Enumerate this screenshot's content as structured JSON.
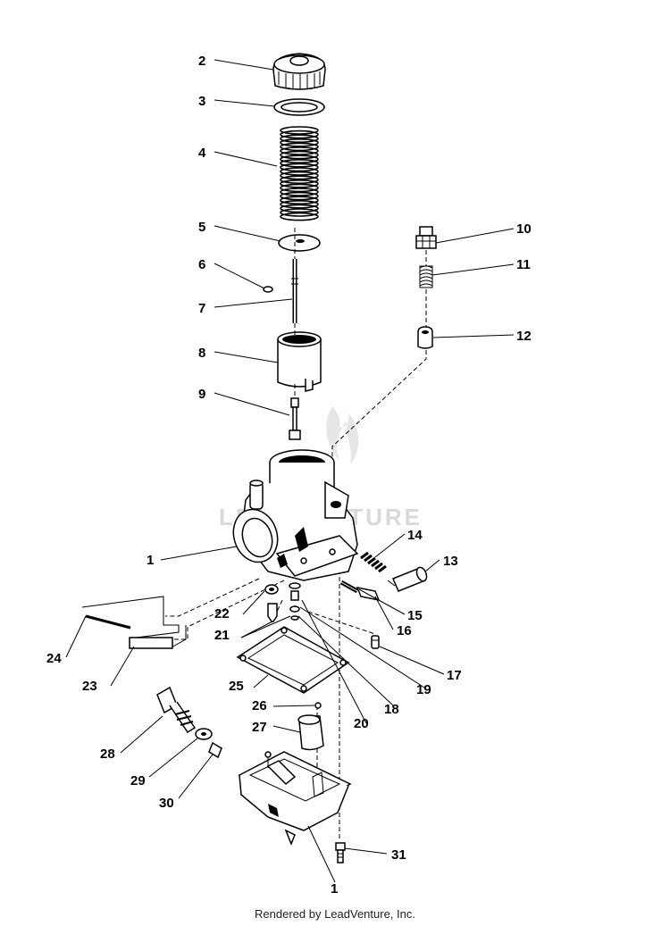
{
  "diagram": {
    "watermark": "LEADVENTURE",
    "callouts": [
      "1",
      "2",
      "3",
      "4",
      "5",
      "6",
      "7",
      "8",
      "9",
      "10",
      "11",
      "12",
      "13",
      "14",
      "15",
      "16",
      "17",
      "18",
      "19",
      "20",
      "21",
      "21",
      "22",
      "23",
      "24",
      "25",
      "26",
      "27",
      "28",
      "29",
      "30",
      "31",
      "1"
    ],
    "parts": [
      "cap-icon",
      "gasket-ring-icon",
      "spring-icon",
      "retainer-plate-icon",
      "e-clip-icon",
      "jet-needle-icon",
      "throttle-valve-icon",
      "needle-jet-icon",
      "cable-adjuster-icon",
      "spring-icon",
      "plunger-icon",
      "spring-icon",
      "air-screw-icon",
      "pilot-screw-icon",
      "screw-icon",
      "screw-icon",
      "main-jet-icon",
      "jet-holder-icon",
      "pilot-jet-icon",
      "washer-icon",
      "tube-icon",
      "clip-icon",
      "float-bowl-gasket-icon",
      "float-icon",
      "pin-icon",
      "drain-bolt-icon",
      "washer-icon",
      "drain-screw-icon",
      "bolt-icon",
      "carburetor-body-icon",
      "float-bowl-icon"
    ]
  },
  "footer": {
    "credit": "Rendered by LeadVenture, Inc."
  }
}
